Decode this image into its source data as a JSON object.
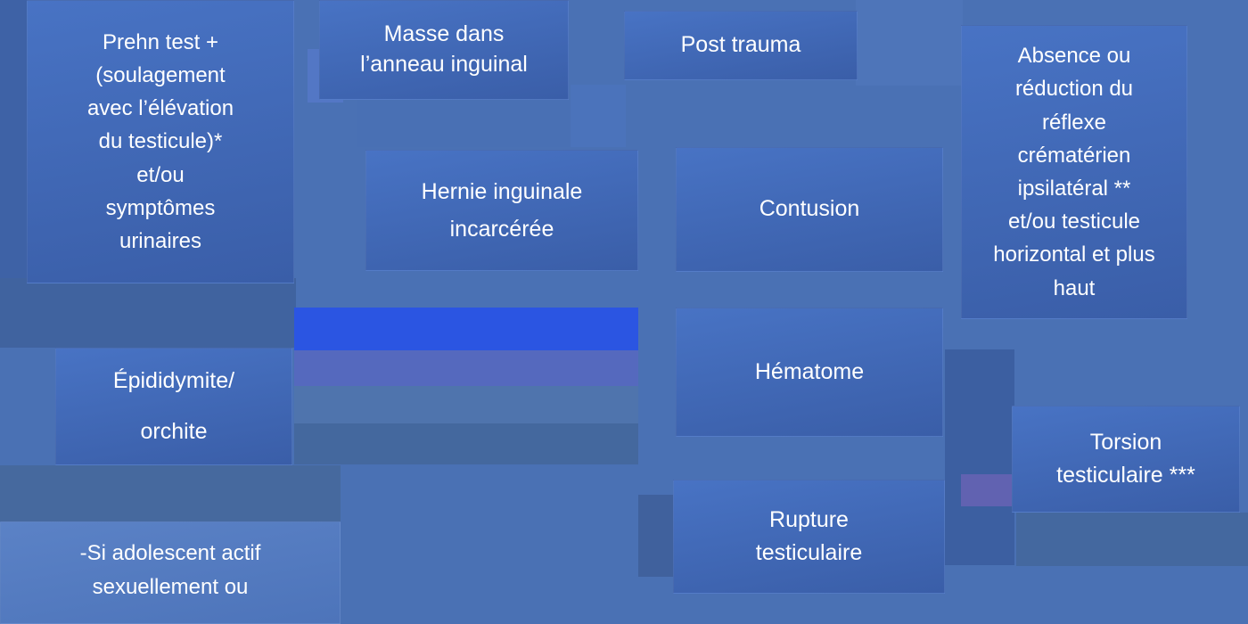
{
  "colors": {
    "background": "#4a71b4",
    "box_top": "#4873c4",
    "box_bottom": "#3a5ea8",
    "note_top": "#5b82c6",
    "note_bottom": "#4d74ba",
    "bright_band": "#2b55e2",
    "text": "#ffffff"
  },
  "nodes": {
    "prehn": {
      "label": "Prehn test +\n(soulagement\navec l’élévation\ndu testicule)*\net/ou\nsymptômes\nurinaires"
    },
    "masse": {
      "label": "Masse dans\nl’anneau inguinal"
    },
    "post_trauma": {
      "label": "Post trauma"
    },
    "absence": {
      "label": "Absence ou\nréduction du\nréflexe\ncrématérien\nipsilatéral **\net/ou testicule\nhorizontal et plus\nhaut"
    },
    "hernie": {
      "label": "Hernie inguinale\nincarcérée"
    },
    "contusion": {
      "label": "Contusion"
    },
    "hematome": {
      "label": "Hématome"
    },
    "epididymite": {
      "label": "Épididymite/\norchite"
    },
    "torsion": {
      "label": "Torsion\ntesticulaire ***"
    },
    "rupture": {
      "label": "Rupture\ntesticulaire"
    },
    "note": {
      "label": "-Si adolescent actif\nsexuellement ou"
    }
  }
}
